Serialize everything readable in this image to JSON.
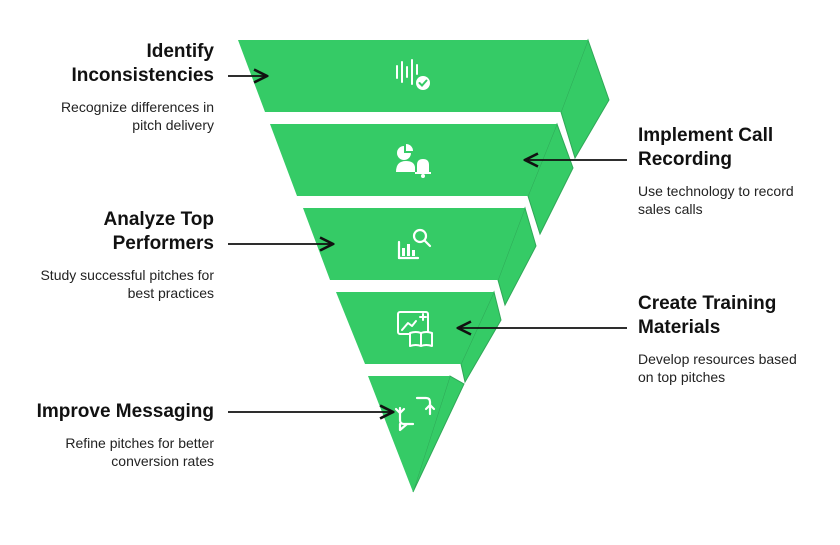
{
  "colors": {
    "front": "#35CB66",
    "side": "#35CB66",
    "edge": "#2FA857",
    "icon": "#ffffff",
    "text": "#111111"
  },
  "steps": [
    {
      "title_lines": [
        "Identify",
        "Inconsistencies"
      ],
      "desc_lines": [
        "Recognize differences in",
        "pitch delivery"
      ],
      "side": "left",
      "icon": "waveform-check-icon"
    },
    {
      "title_lines": [
        "Implement Call",
        "Recording"
      ],
      "desc_lines": [
        "Use technology to record",
        "sales calls"
      ],
      "side": "right",
      "icon": "user-chart-bell-icon"
    },
    {
      "title_lines": [
        "Analyze Top",
        "Performers"
      ],
      "desc_lines": [
        "Study successful pitches for",
        "best practices"
      ],
      "side": "left",
      "icon": "chart-magnifier-icon"
    },
    {
      "title_lines": [
        "Create Training",
        "Materials"
      ],
      "desc_lines": [
        "Develop resources based",
        "on top pitches"
      ],
      "side": "right",
      "icon": "board-book-icon"
    },
    {
      "title_lines": [
        "Improve Messaging"
      ],
      "desc_lines": [
        "Refine pitches for better",
        "conversion rates"
      ],
      "side": "left",
      "icon": "chat-refresh-icon"
    }
  ]
}
